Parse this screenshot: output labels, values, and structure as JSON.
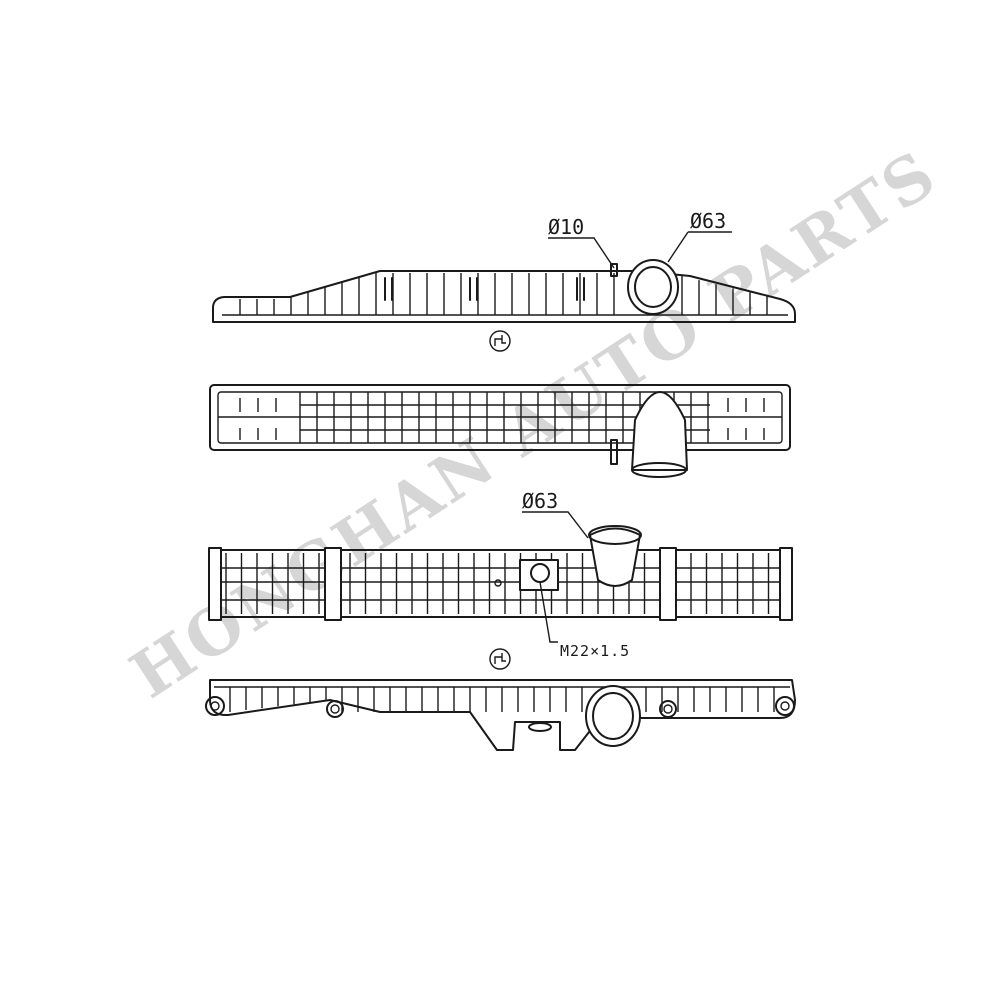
{
  "watermark": "HONGHAN AUTO PARTS",
  "labels": {
    "top_inlet_dia": "Ø10",
    "top_outlet_dia": "Ø63",
    "bottom_outlet_dia": "Ø63",
    "drain_thread": "M22×1.5"
  },
  "icons": {
    "material_mark": "recycle-mark-icon"
  }
}
